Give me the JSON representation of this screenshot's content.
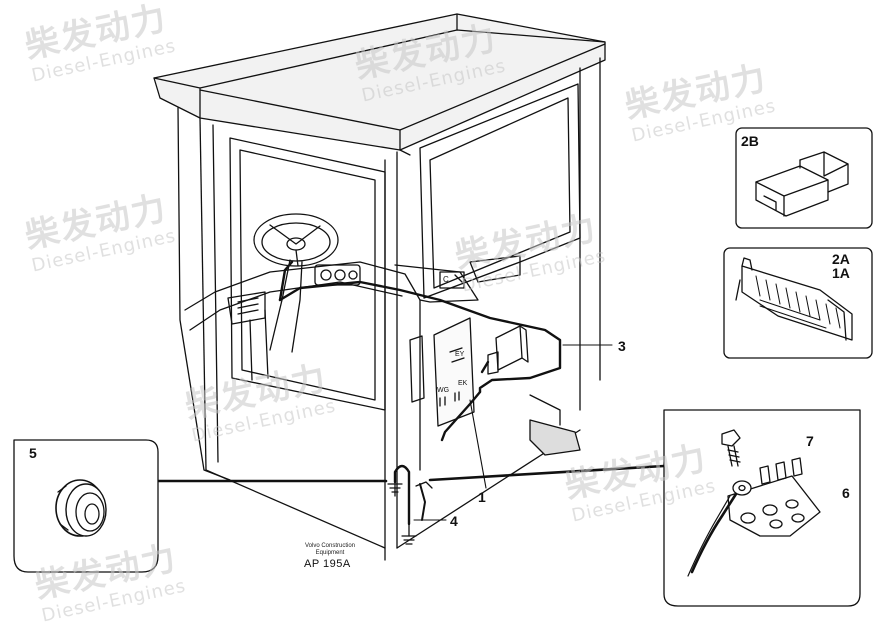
{
  "callouts": {
    "c1": "1",
    "c2b": "2B",
    "c2a": "2A",
    "c1a": "1A",
    "c3": "3",
    "c4": "4",
    "c5": "5",
    "c6": "6",
    "c7": "7"
  },
  "caption": {
    "maker_line1": "Volvo Construction",
    "maker_line2": "Equipment",
    "code": "AP 195A"
  },
  "watermark": {
    "cn": "柴发动力",
    "en": "Diesel-Engines"
  }
}
